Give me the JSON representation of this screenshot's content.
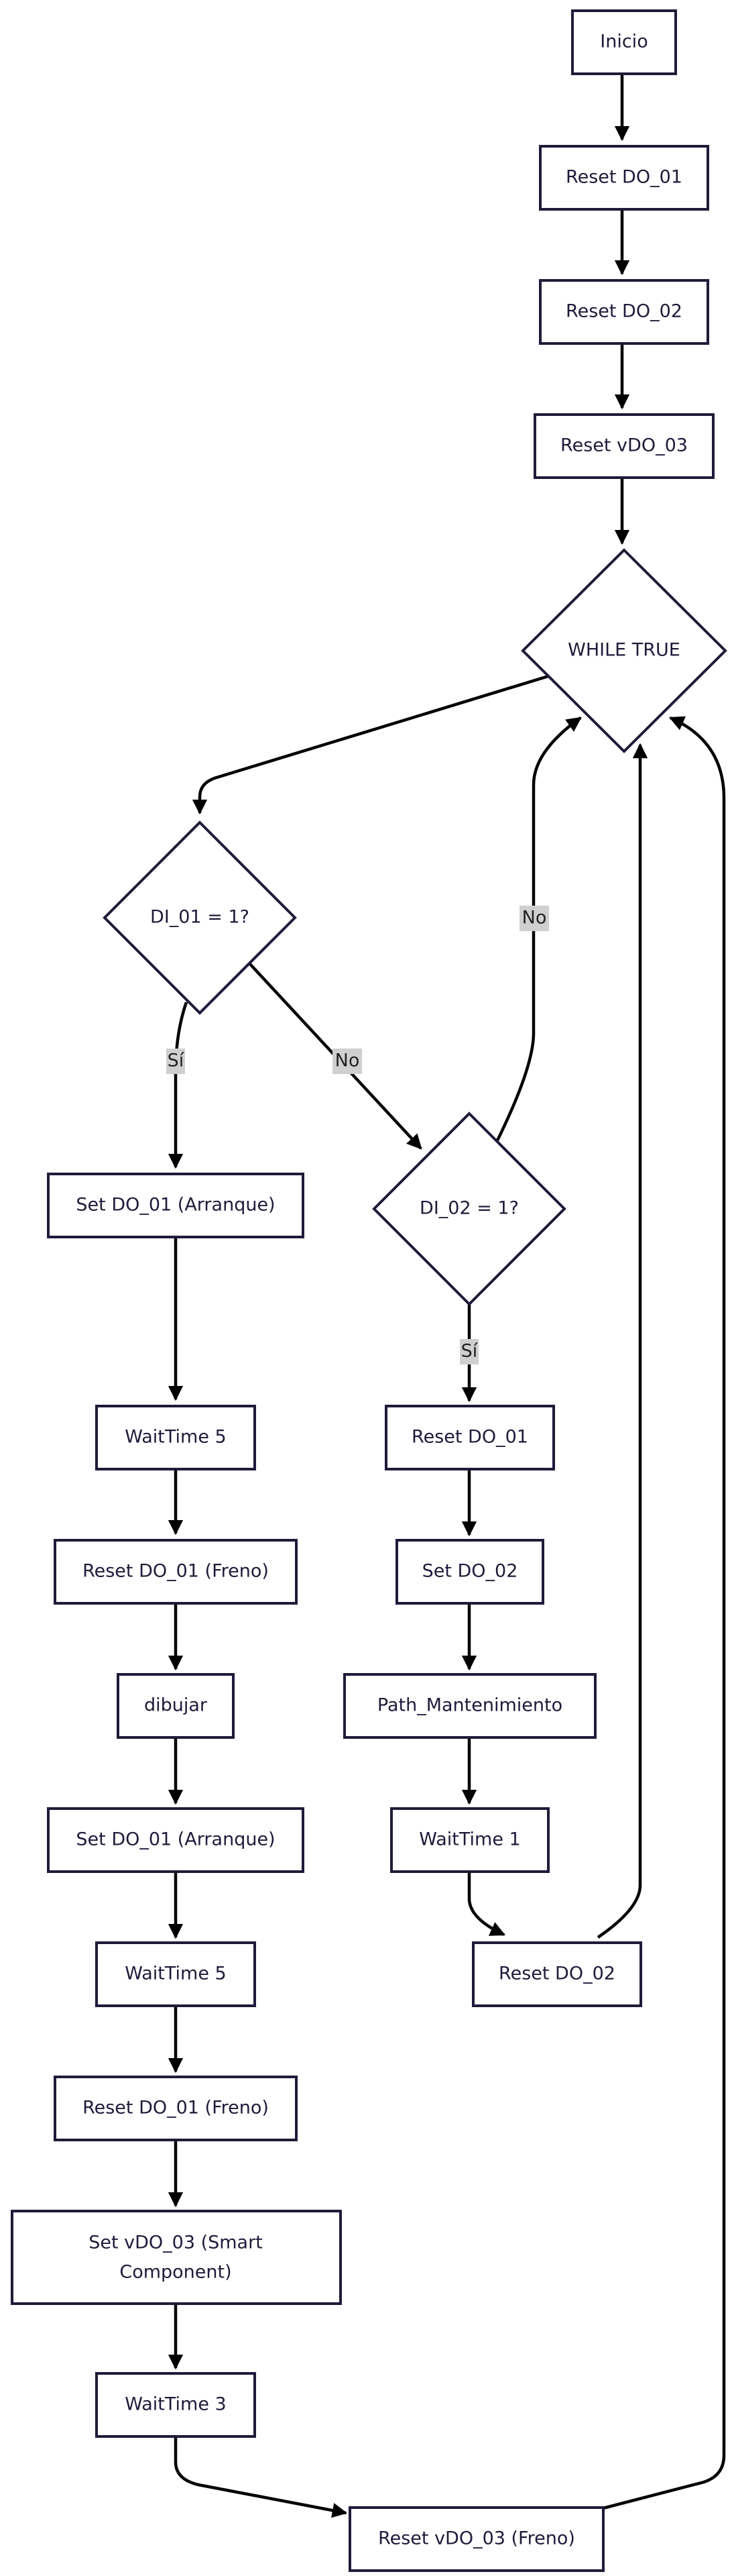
{
  "nodes": {
    "inicio": "Inicio",
    "reset_do01": "Reset DO_01",
    "reset_do02": "Reset DO_02",
    "reset_vdo03": "Reset vDO_03",
    "while_true": "WHILE TRUE",
    "di01": "DI_01 = 1?",
    "di02": "DI_02 = 1?",
    "set_do01_arr_1": "Set DO_01 (Arranque)",
    "wait5_1": "WaitTime 5",
    "reset_do01_freno_1": "Reset DO_01 (Freno)",
    "dibujar": "dibujar",
    "set_do01_arr_2": "Set DO_01 (Arranque)",
    "wait5_2": "WaitTime 5",
    "reset_do01_freno_2": "Reset DO_01 (Freno)",
    "set_vdo03_smart_l1": "Set vDO_03 (Smart",
    "set_vdo03_smart_l2": "Component)",
    "wait3": "WaitTime 3",
    "reset_vdo03_freno": "Reset vDO_03 (Freno)",
    "m_reset_do01": "Reset DO_01",
    "m_set_do02": "Set DO_02",
    "path_mant": "Path_Mantenimiento",
    "wait1": "WaitTime 1",
    "m_reset_do02": "Reset DO_02"
  },
  "edge_labels": {
    "di01_si": "Sí",
    "di01_no": "No",
    "di02_no": "No",
    "di02_si": "Sí"
  },
  "colors": {
    "node_border": "#1e1b3a",
    "node_fill": "#ffffff",
    "edge": "#000000",
    "edge_label_background": "#cfcfcf"
  }
}
